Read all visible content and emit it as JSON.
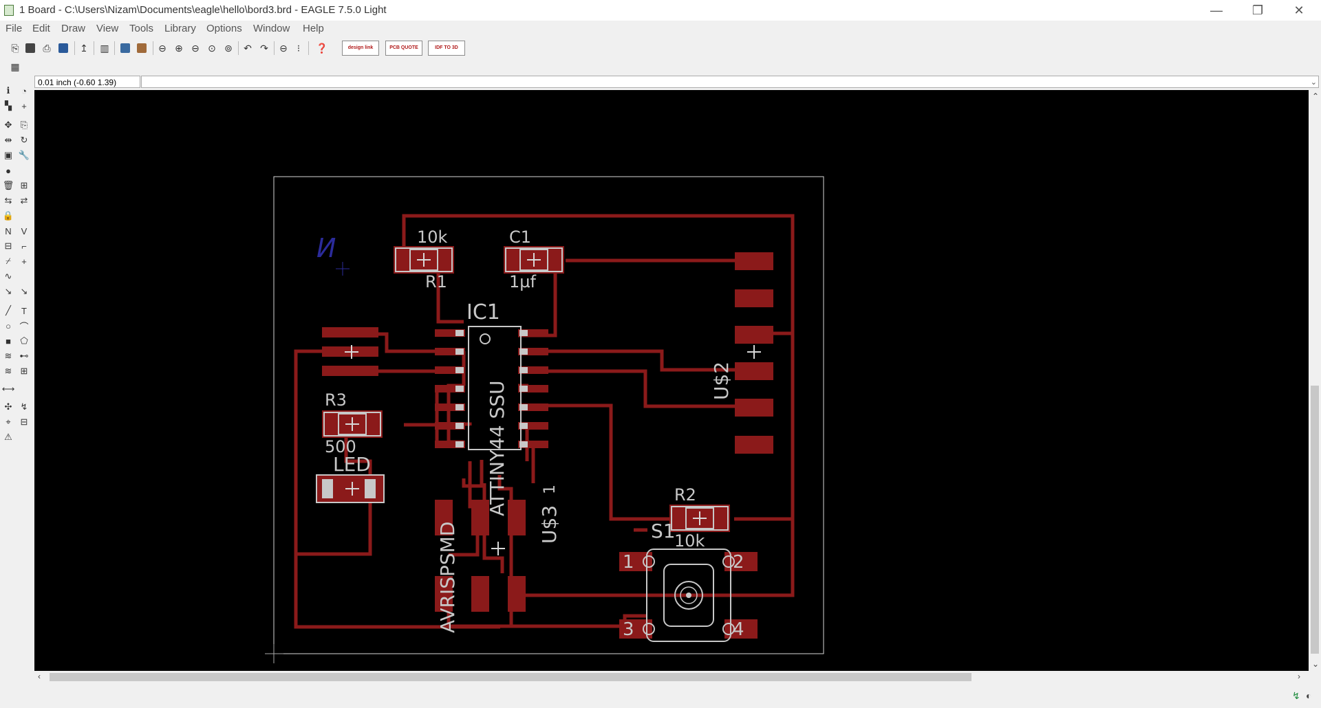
{
  "window": {
    "title": "1 Board - C:\\Users\\Nizam\\Documents\\eagle\\hello\\bord3.brd - EAGLE 7.5.0 Light",
    "minimize": "—",
    "restore": "❐",
    "close": "✕"
  },
  "menu": [
    "File",
    "Edit",
    "Draw",
    "View",
    "Tools",
    "Library",
    "Options",
    "Window",
    "Help"
  ],
  "toolbar": {
    "ad_design_link": "design link",
    "ad_pcb_quote": "PCB QUOTE",
    "ad_idf": "IDF TO 3D"
  },
  "commandbar": {
    "coordinate": "0.01 inch (-0.60 1.39)",
    "command": ""
  },
  "board": {
    "logo_text": "И",
    "parts": {
      "r1": {
        "name": "R1",
        "value": "10k"
      },
      "c1": {
        "name": "C1",
        "value": "1µf"
      },
      "ic1": {
        "name": "IC1",
        "value": "ATTINY44 SSU"
      },
      "u2": {
        "name": "U$2"
      },
      "r3": {
        "name": "R3",
        "value": "500"
      },
      "led": {
        "name": "LED"
      },
      "r2": {
        "name": "R2",
        "value": "10k"
      },
      "s1": {
        "name": "S1",
        "pins": [
          "1",
          "2",
          "3",
          "4"
        ]
      },
      "u3": {
        "name": "U$3",
        "pin1": "1"
      },
      "avr": {
        "name": "AVRISPSMD"
      }
    }
  },
  "colors": {
    "trace": "#8b1a1a",
    "pad": "#8b1a1a",
    "silk": "#c8c8c8",
    "board_outline": "#d8d8d8",
    "logo": "#2b2b9a"
  }
}
